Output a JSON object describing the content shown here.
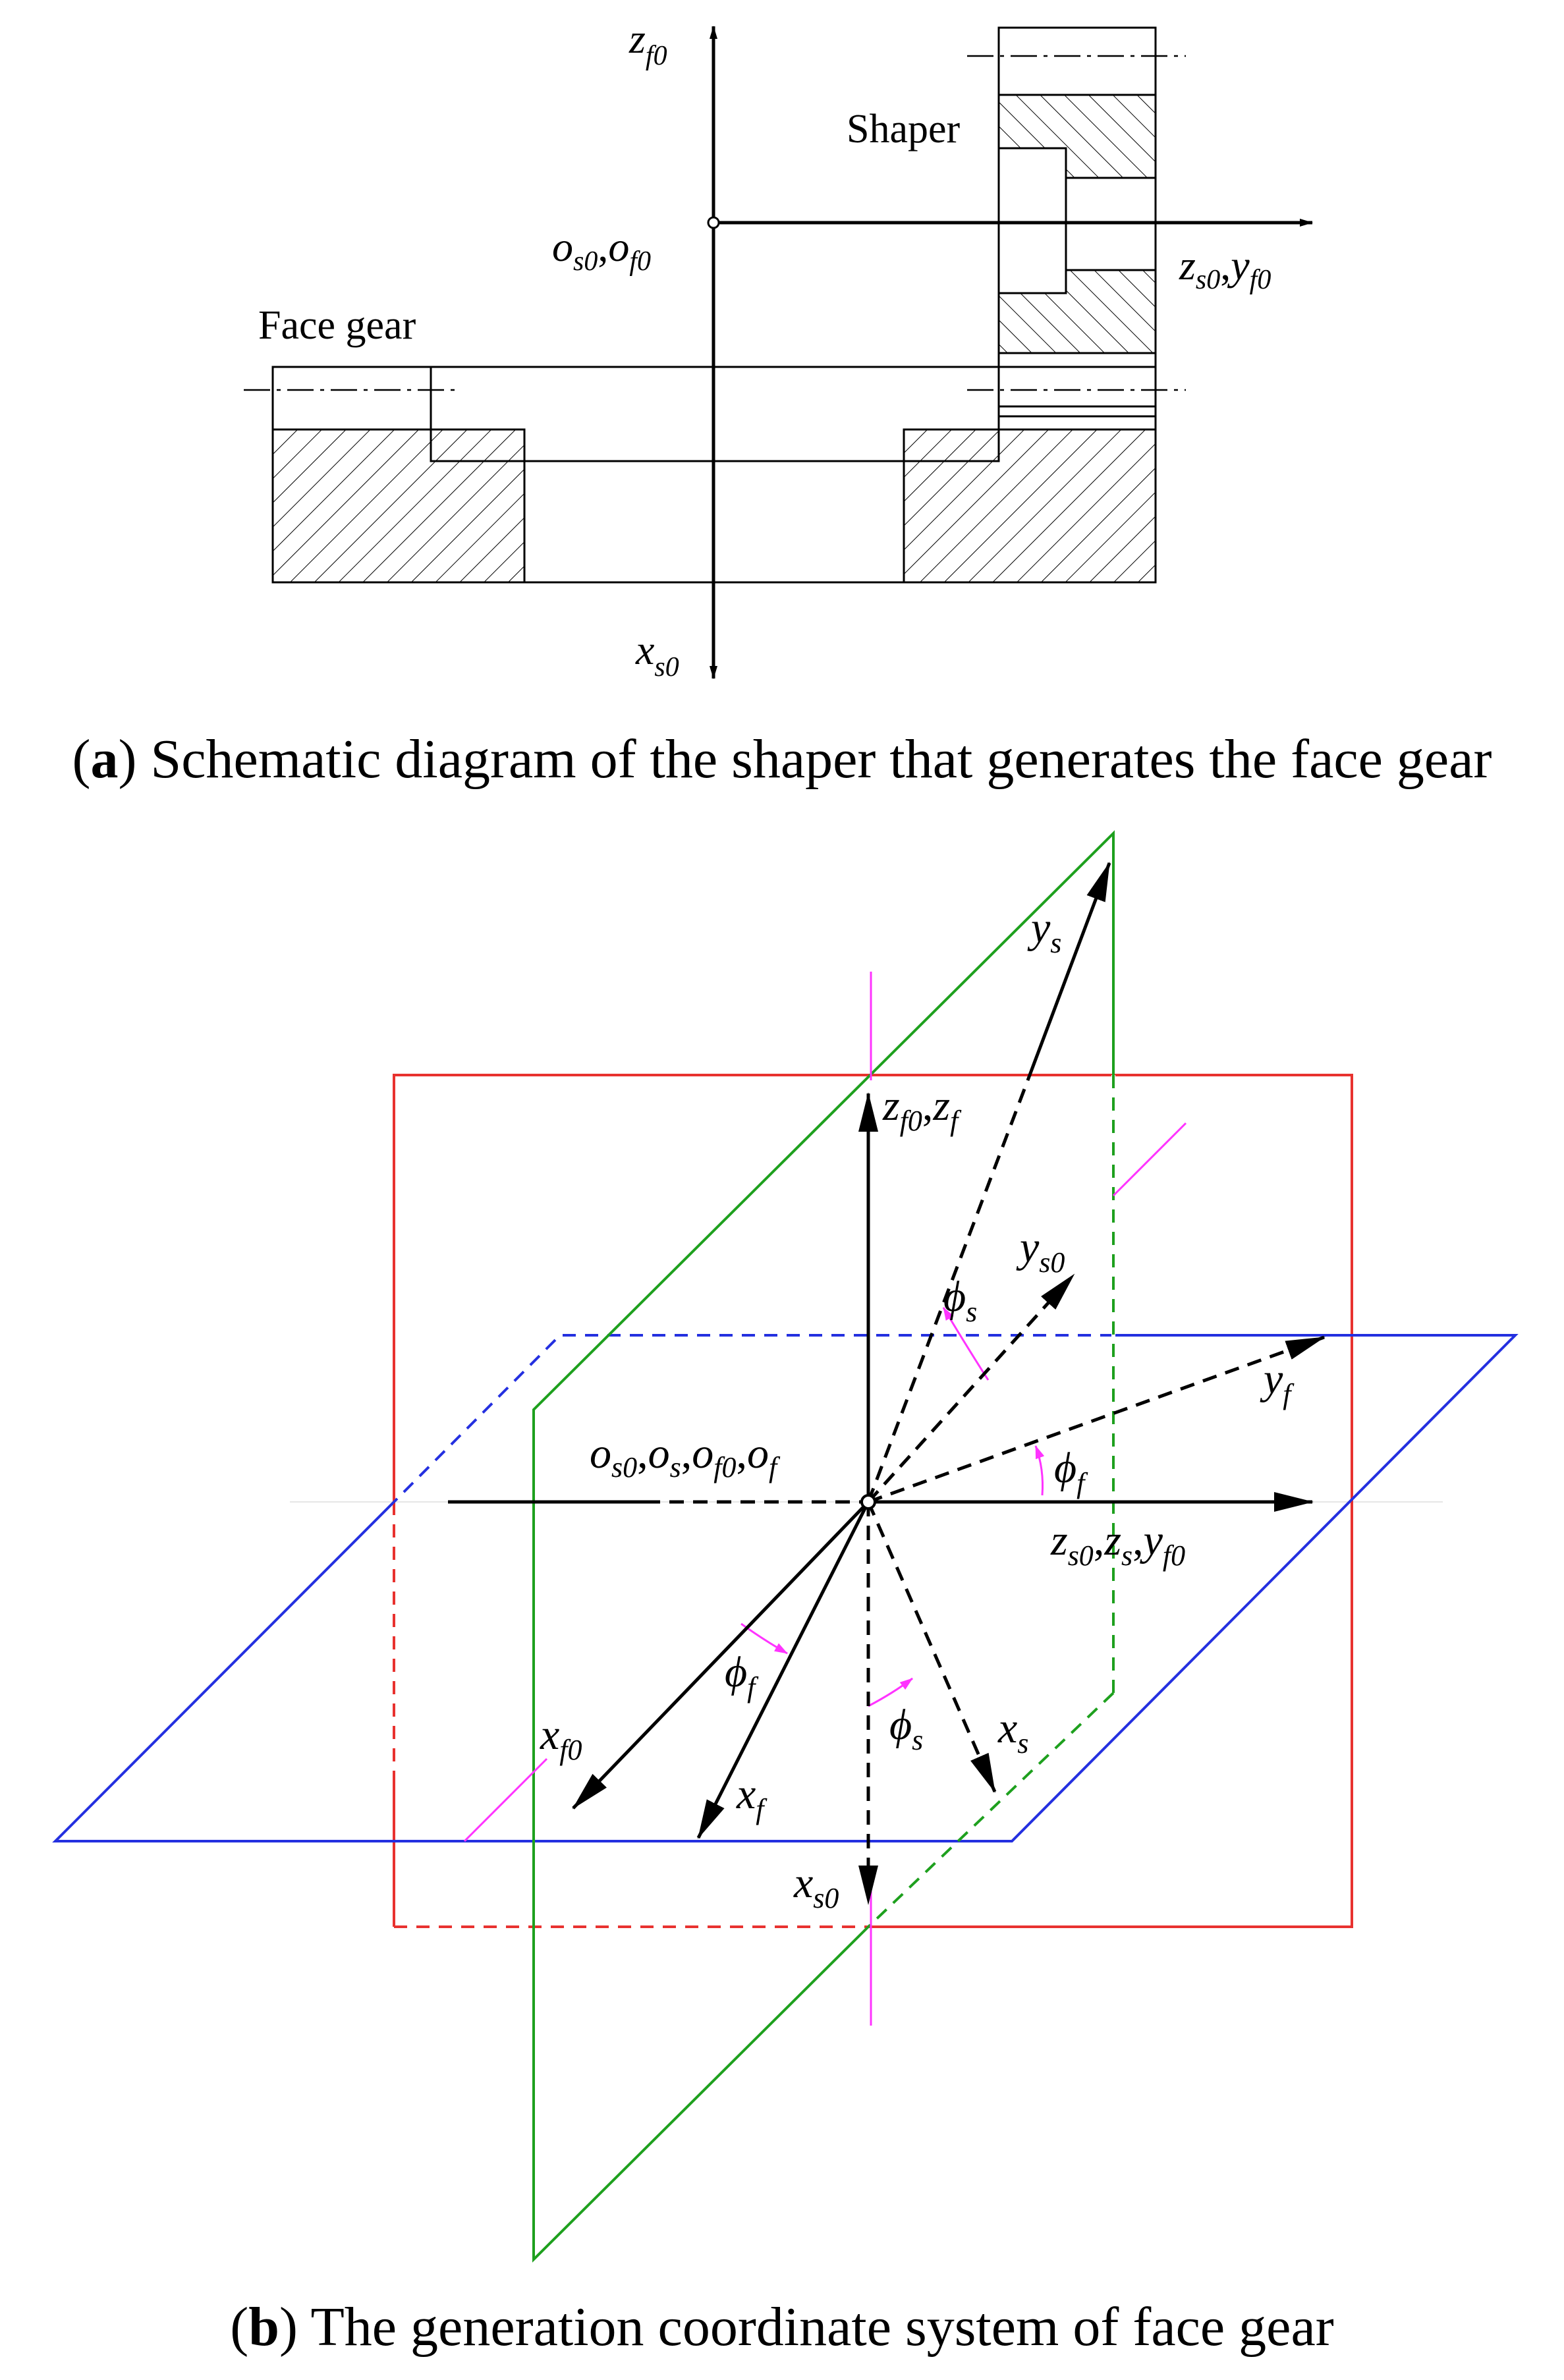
{
  "figure_a": {
    "labels": {
      "z_f0": {
        "main": "z",
        "sub": "f0"
      },
      "origin": {
        "p1": "o",
        "s1": "s0",
        "sep": ",",
        "p2": "o",
        "s2": "f0"
      },
      "z_s0_y_f0": {
        "p1": "z",
        "s1": "s0",
        "sep": ",",
        "p2": "y",
        "s2": "f0"
      },
      "x_s0": {
        "main": "x",
        "sub": "s0"
      }
    },
    "shaper_label": "Shaper",
    "face_gear_label": "Face gear",
    "caption": {
      "letter": "a",
      "text": ") Schematic diagram of the shaper that generates the face gear",
      "open": "("
    }
  },
  "figure_b": {
    "labels": {
      "z_top": {
        "p1": "z",
        "s1": "f0",
        "sep": ",",
        "p2": "z",
        "s2": "f"
      },
      "y_s": {
        "main": "y",
        "sub": "s"
      },
      "y_s0": {
        "main": "y",
        "sub": "s0"
      },
      "y_f": {
        "main": "y",
        "sub": "f"
      },
      "phi_s_top": {
        "main": "ϕ",
        "sub": "s"
      },
      "phi_f_right": {
        "main": "ϕ",
        "sub": "f"
      },
      "origins": {
        "a": "o",
        "as": "s0",
        "b": "o",
        "bs": "s",
        "c": "o",
        "cs": "f0",
        "d": "o",
        "ds": "f",
        "sep": ","
      },
      "z_right": {
        "p1": "z",
        "s1": "s0",
        "p2": "z",
        "s2": "s",
        "p3": "y",
        "s3": "f0",
        "sep": ","
      },
      "phi_f_left": {
        "main": "ϕ",
        "sub": "f"
      },
      "phi_s_bottom": {
        "main": "ϕ",
        "sub": "s"
      },
      "x_f0": {
        "main": "x",
        "sub": "f0"
      },
      "x_f": {
        "main": "x",
        "sub": "f"
      },
      "x_s": {
        "main": "x",
        "sub": "s"
      },
      "x_s0": {
        "main": "x",
        "sub": "s0"
      }
    },
    "colors": {
      "red": "#e8322f",
      "green": "#1ea01e",
      "blue": "#2430e0",
      "magenta": "#ff33ff",
      "black": "#000000"
    },
    "caption": {
      "letter": "b",
      "text": ") The generation coordinate system of face gear",
      "open": "("
    }
  }
}
